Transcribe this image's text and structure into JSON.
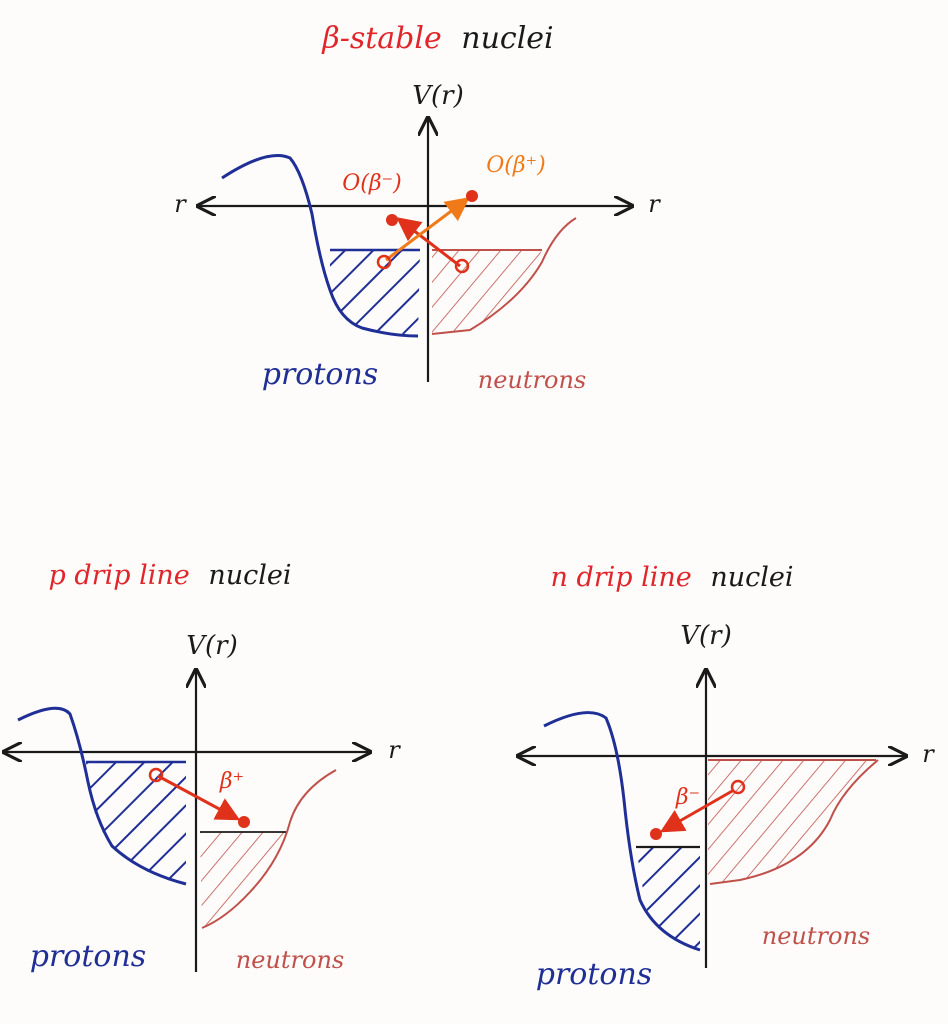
{
  "colors": {
    "ink": "#1a1a1a",
    "proton": "#1f2f96",
    "neutron": "#c0504a",
    "title_red": "#e0262b",
    "arrow_red": "#e0311a",
    "arrow_orange": "#f07a18"
  },
  "panels": [
    {
      "id": "beta-stable",
      "title_colored": "β-stable",
      "title_plain": "nuclei",
      "ylabel": "V(r)",
      "xlabel_left": "r",
      "xlabel_right": "r",
      "label_protons": "protons",
      "label_neutrons": "neutrons",
      "arrow_labels": [
        "O(β⁻)",
        "O(β⁺)"
      ]
    },
    {
      "id": "p-drip",
      "title_colored": "p drip line",
      "title_plain": "nuclei",
      "ylabel": "V(r)",
      "xlabel_right": "r",
      "label_protons": "protons",
      "label_neutrons": "neutrons",
      "arrow_labels": [
        "β⁺"
      ]
    },
    {
      "id": "n-drip",
      "title_colored": "n drip line",
      "title_plain": "nuclei",
      "ylabel": "V(r)",
      "xlabel_right": "r",
      "label_protons": "protons",
      "label_neutrons": "neutrons",
      "arrow_labels": [
        "β⁻"
      ]
    }
  ]
}
